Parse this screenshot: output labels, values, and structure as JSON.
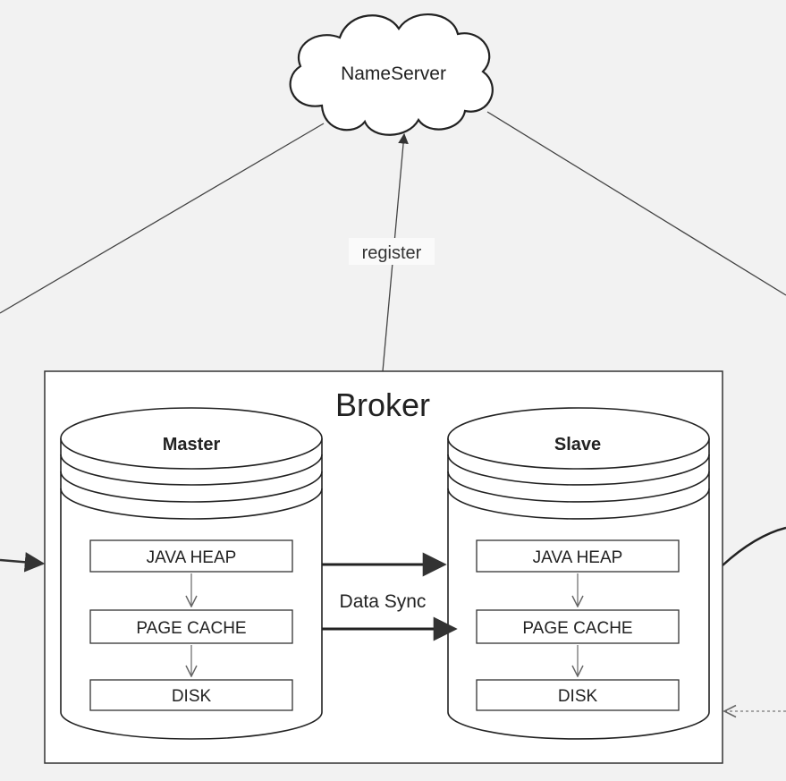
{
  "nameserver": {
    "label": "NameServer"
  },
  "edges": {
    "register_label": "register",
    "sync_label": "Data Sync"
  },
  "broker": {
    "title": "Broker",
    "master": {
      "label": "Master",
      "layers": [
        "JAVA HEAP",
        "PAGE CACHE",
        "DISK"
      ]
    },
    "slave": {
      "label": "Slave",
      "layers": [
        "JAVA HEAP",
        "PAGE CACHE",
        "DISK"
      ]
    }
  },
  "colors": {
    "background": "#f2f2f2",
    "stroke": "#333333",
    "fill": "#ffffff"
  }
}
